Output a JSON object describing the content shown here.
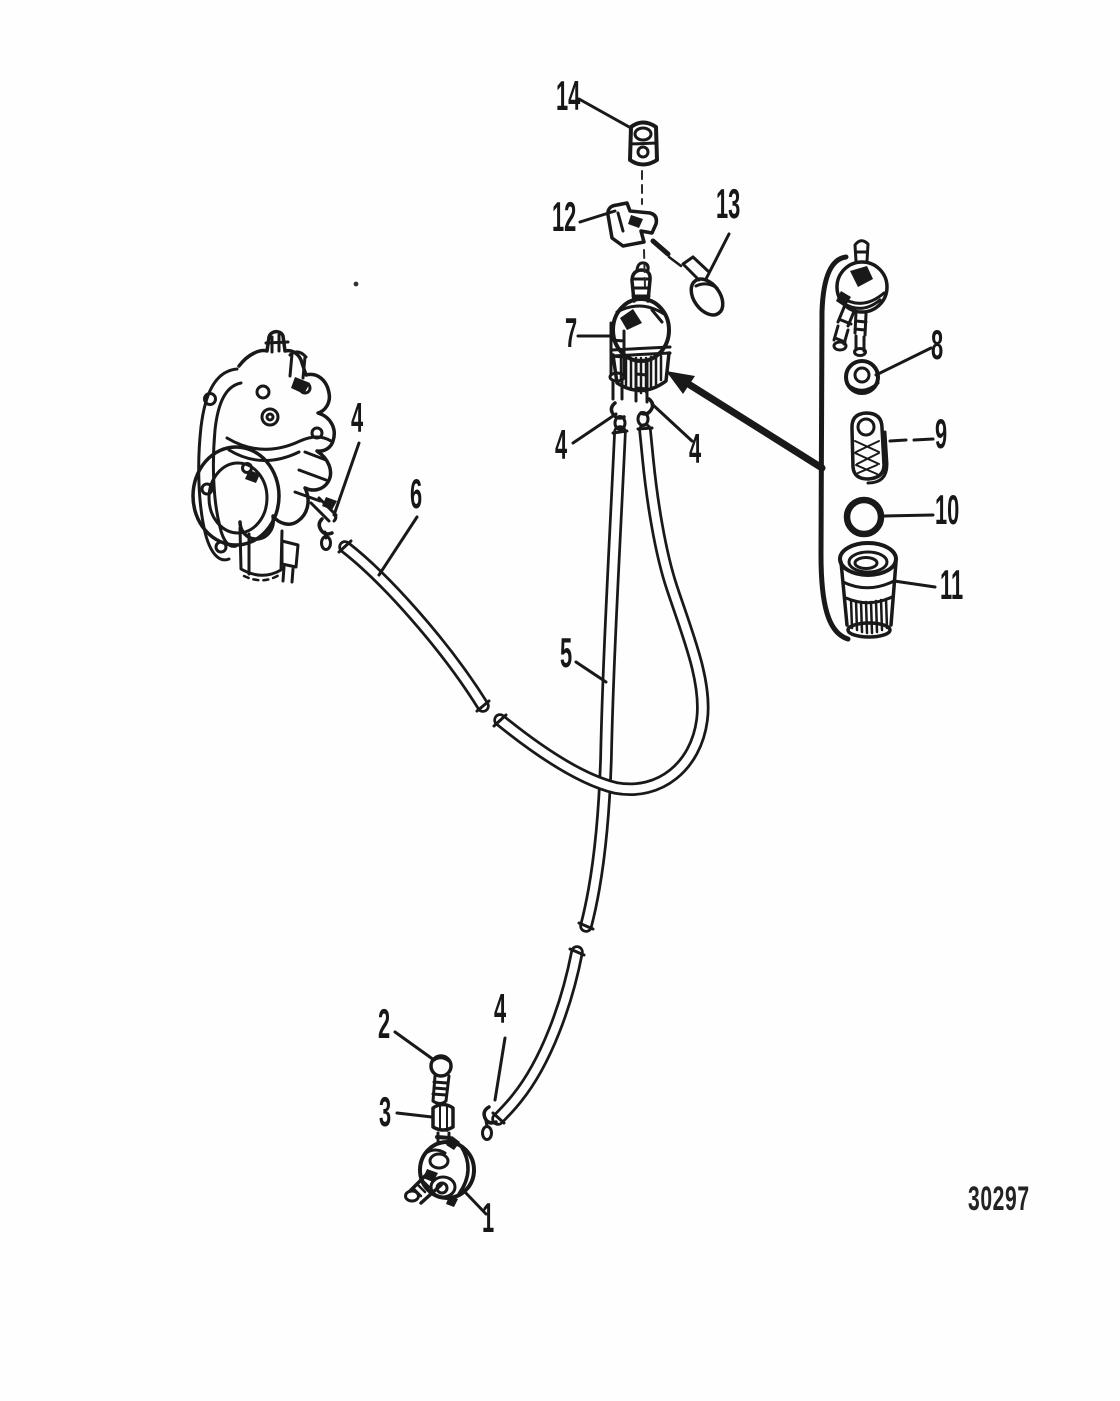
{
  "diagram": {
    "drawing_number": "30297",
    "callouts": {
      "c1": "1",
      "c2": "2",
      "c3": "3",
      "c4": "4",
      "c5": "5",
      "c6": "6",
      "c7": "7",
      "c8": "8",
      "c9": "9",
      "c10": "10",
      "c11": "11",
      "c12": "12",
      "c13": "13",
      "c14": "14"
    }
  }
}
